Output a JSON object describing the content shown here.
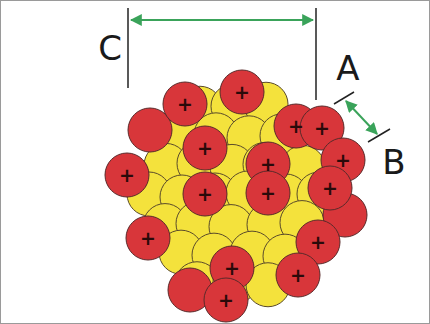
{
  "diagram": {
    "labels": [
      "C",
      "A",
      "B",
      "+",
      "+",
      "+",
      "+",
      "+",
      "+",
      "+",
      "+",
      "+",
      "+",
      "+",
      "+",
      "+",
      "+",
      "+",
      "+"
    ]
  }
}
